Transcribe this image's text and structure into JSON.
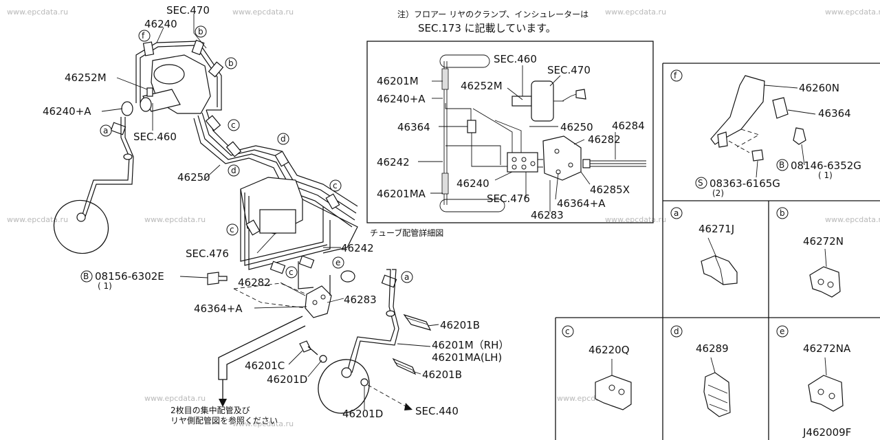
{
  "watermark": "www.epcdata.ru",
  "note": {
    "line1": "注）フロアー リヤのクランプ、インシュレーターは",
    "line2": "SEC.173 に記載しています。"
  },
  "main_labels": {
    "sec470": "SEC.470",
    "p46240": "46240",
    "p46252M": "46252M",
    "p46240A": "46240+A",
    "sec460": "SEC.460",
    "p46250": "46250",
    "sec476": "SEC.476",
    "p46242": "46242",
    "bolt_e": "08156-6302E",
    "bolt_e_qty": "( 1)",
    "p46282": "46282",
    "p46364A": "46364+A",
    "p46283": "46283",
    "p46201B_1": "46201B",
    "p46201M_rh": "46201M（RH）",
    "p46201MA_lh": "46201MA(LH)",
    "p46201B_2": "46201B",
    "p46201C": "46201C",
    "p46201D_1": "46201D",
    "p46201D_2": "46201D",
    "sec440": "SEC.440",
    "ref_note1": "2枚目の集中配管及び",
    "ref_note2": "リヤ側配管図を参照ください"
  },
  "markers": {
    "a": "a",
    "b": "b",
    "c": "c",
    "d": "d",
    "e": "e",
    "f": "f",
    "B": "B",
    "S": "S"
  },
  "detail": {
    "caption": "チューブ配管詳細図",
    "p46201M": "46201M",
    "p46240A": "46240+A",
    "p46364": "46364",
    "p46242": "46242",
    "p46201MA": "46201MA",
    "sec460": "SEC.460",
    "sec470": "SEC.470",
    "p46252M": "46252M",
    "p46250": "46250",
    "p46284": "46284",
    "p46282": "46282",
    "p46240": "46240",
    "sec476": "SEC.476",
    "p46364A": "46364+A",
    "p46285X": "46285X",
    "p46283": "46283"
  },
  "panel_f": {
    "p46260N": "46260N",
    "p46364": "46364",
    "bolt_b": "08146-6352G",
    "bolt_b_qty": "( 1)",
    "screw_s": "08363-6165G",
    "screw_s_qty": "(2)"
  },
  "panel_a": {
    "part": "46271J"
  },
  "panel_b": {
    "part": "46272N"
  },
  "panel_c": {
    "part": "46220Q"
  },
  "panel_d": {
    "part": "46289"
  },
  "panel_e": {
    "part": "46272NA"
  },
  "diagram_id": "J462009F"
}
